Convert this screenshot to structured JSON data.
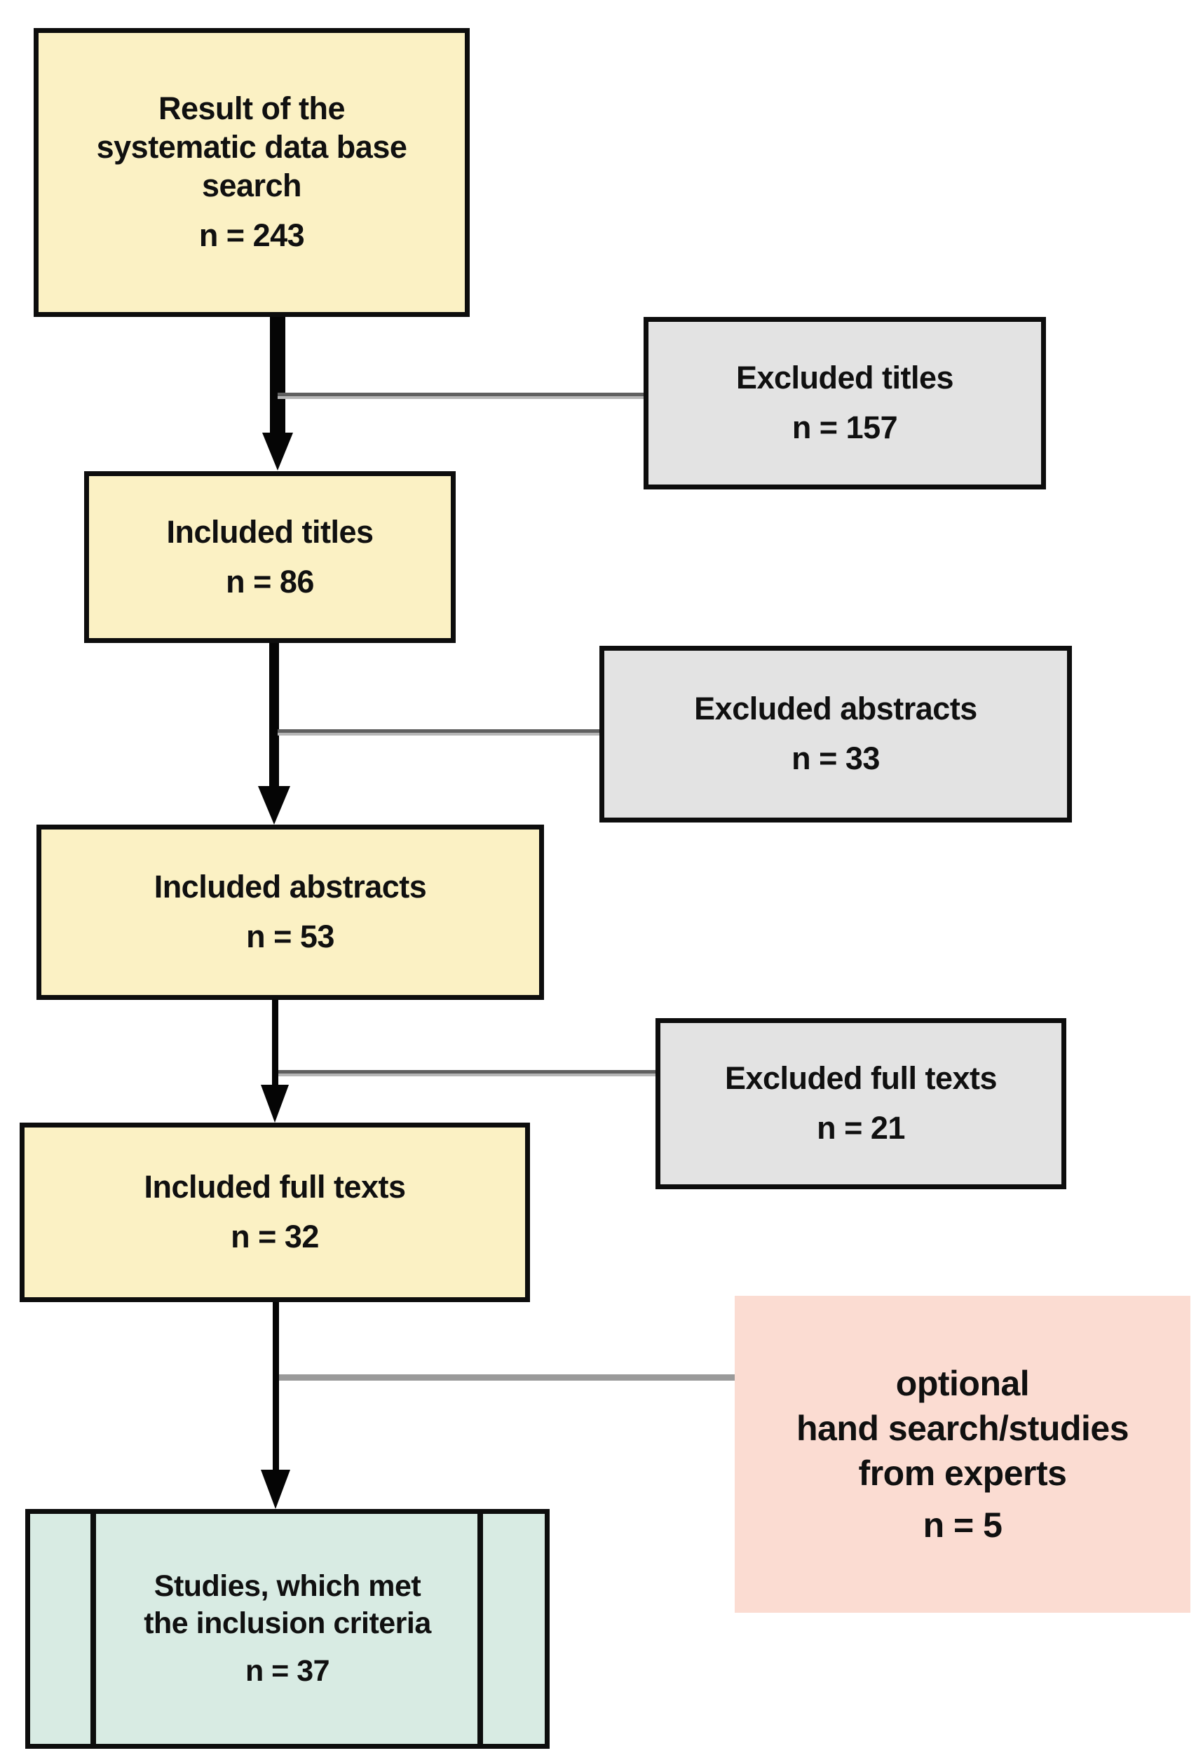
{
  "diagram": {
    "type": "flowchart",
    "description": "Systematic review study selection flow diagram",
    "nodes": {
      "result": {
        "lines": [
          "Result of the",
          "systematic data base",
          "search"
        ],
        "count": "n = 243"
      },
      "excluded_titles": {
        "lines": [
          "Excluded titles"
        ],
        "count": "n = 157"
      },
      "included_titles": {
        "lines": [
          "Included titles"
        ],
        "count": "n = 86"
      },
      "excluded_abstracts": {
        "lines": [
          "Excluded abstracts"
        ],
        "count": "n = 33"
      },
      "included_abstracts": {
        "lines": [
          "Included abstracts"
        ],
        "count": "n = 53"
      },
      "excluded_fulltexts": {
        "lines": [
          "Excluded full texts"
        ],
        "count": "n = 21"
      },
      "included_fulltexts": {
        "lines": [
          "Included full texts"
        ],
        "count": "n = 32"
      },
      "optional_hand_search": {
        "lines": [
          "optional",
          "hand search/studies",
          "from experts"
        ],
        "count": "n = 5"
      },
      "studies_final": {
        "lines": [
          "Studies, which met",
          "the inclusion criteria"
        ],
        "count": "n = 37"
      }
    },
    "colors": {
      "included_fill": "#FBF1C4",
      "excluded_fill": "#E3E3E3",
      "optional_fill": "#FBDCD2",
      "final_fill": "#D8EBE3",
      "border": "#0D0D0D",
      "arrow": "#050505",
      "connector_gray": "#9A9A9A"
    }
  }
}
